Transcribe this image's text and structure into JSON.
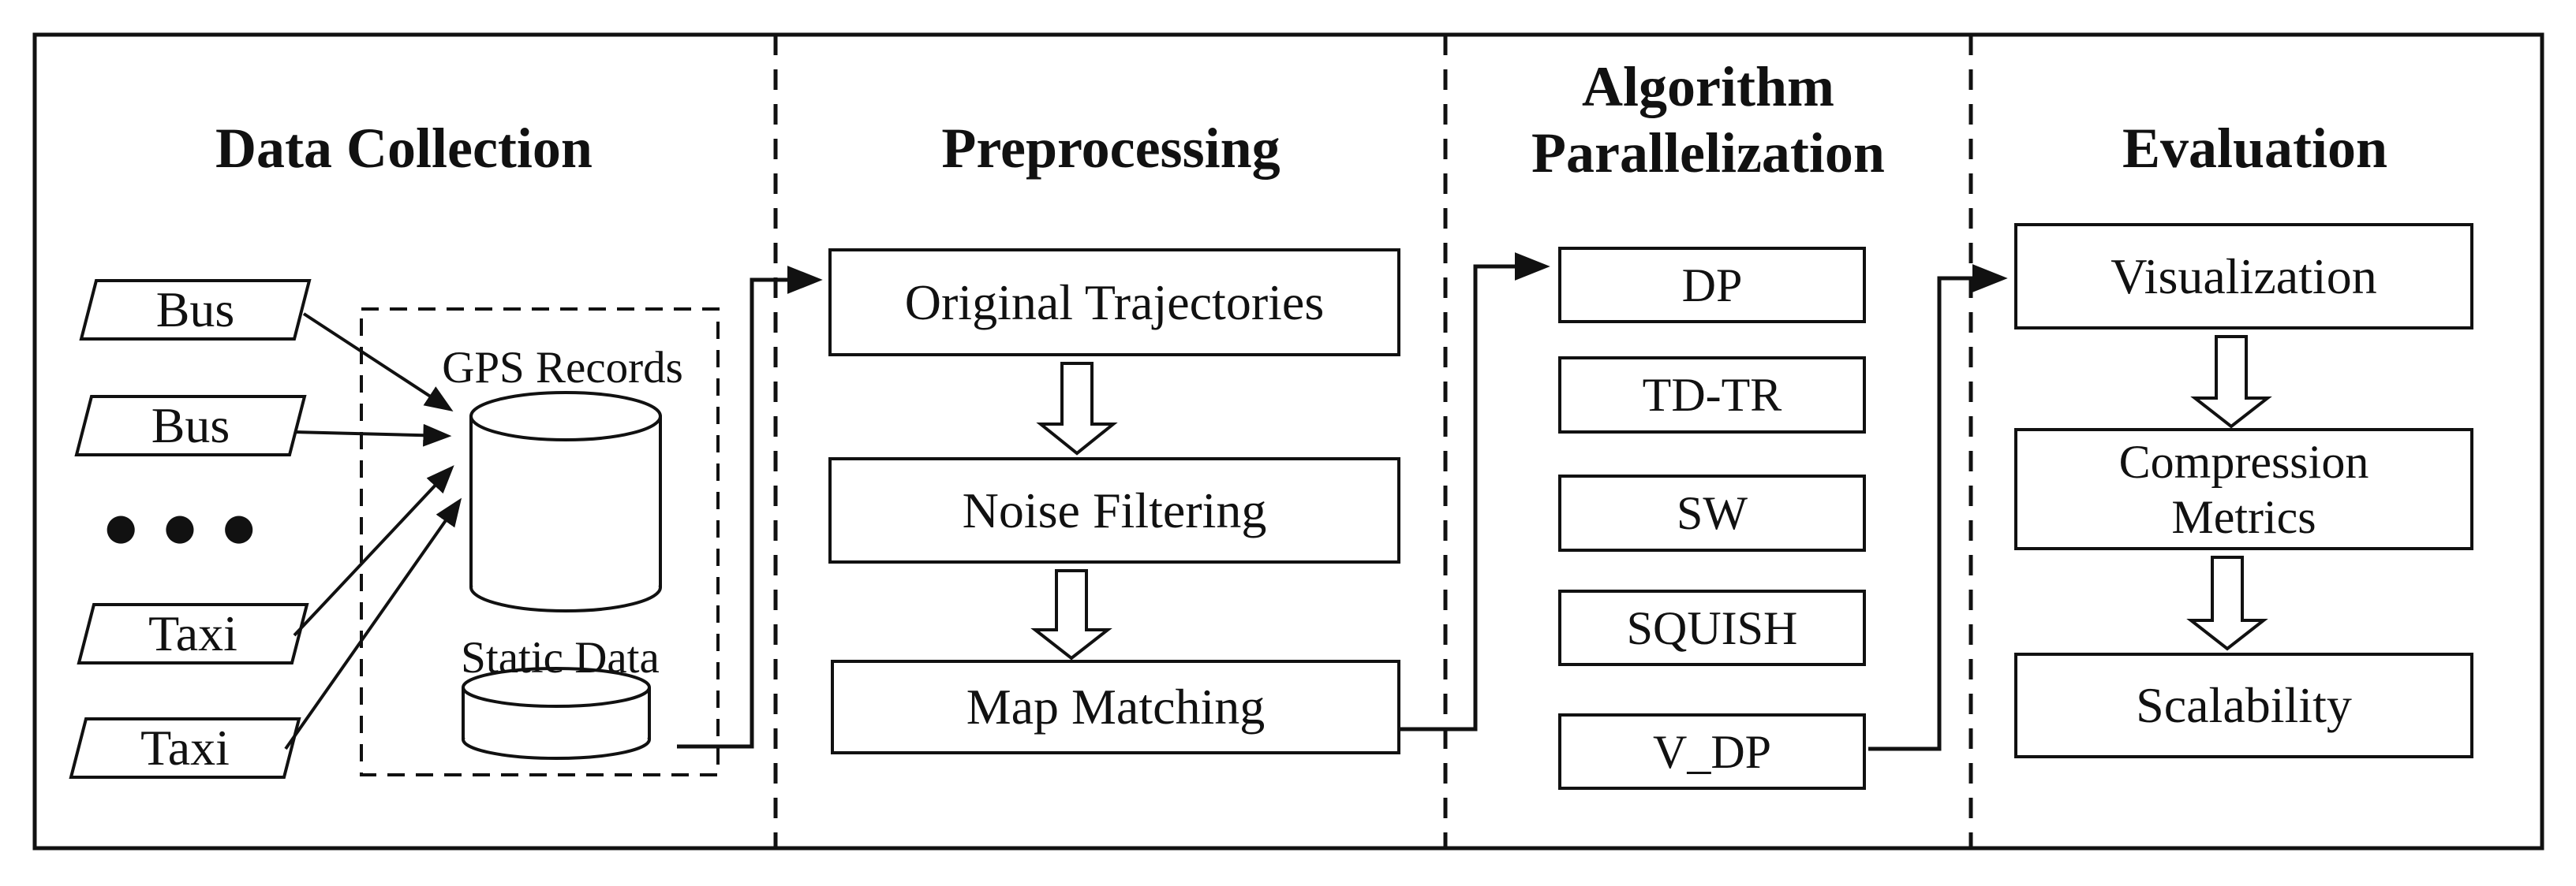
{
  "colors": {
    "ink": "#111111",
    "background": "#ffffff"
  },
  "panels": {
    "data_collection": {
      "title": "Data Collection",
      "sources": [
        {
          "label": "Bus"
        },
        {
          "label": "Bus"
        },
        {
          "label": "Taxi"
        },
        {
          "label": "Taxi"
        }
      ],
      "ellipsis": "● ● ●",
      "datastore": {
        "gps_label": "GPS Records",
        "static_label": "Static Data"
      }
    },
    "preprocessing": {
      "title": "Preprocessing",
      "steps": [
        {
          "label": "Original Trajectories"
        },
        {
          "label": "Noise Filtering"
        },
        {
          "label": "Map Matching"
        }
      ]
    },
    "algorithm_parallelization": {
      "title_lines": [
        "Algorithm",
        "Parallelization"
      ],
      "algorithms": [
        {
          "label": "DP"
        },
        {
          "label": "TD-TR"
        },
        {
          "label": "SW"
        },
        {
          "label": "SQUISH"
        },
        {
          "label": "V_DP"
        }
      ]
    },
    "evaluation": {
      "title": "Evaluation",
      "steps": [
        {
          "lines": [
            "Visualization"
          ]
        },
        {
          "lines": [
            "Compression",
            "Metrics"
          ]
        },
        {
          "lines": [
            "Scalability"
          ]
        }
      ]
    }
  }
}
